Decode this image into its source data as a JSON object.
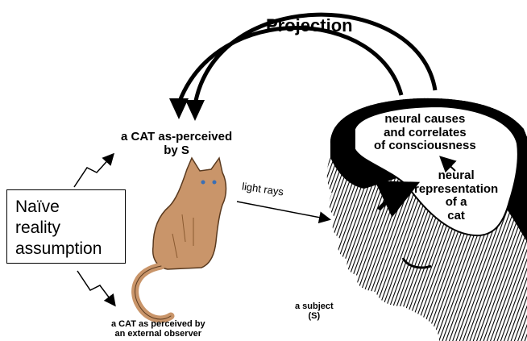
{
  "title": "Projection",
  "labels": {
    "cat_perceived_line1": "a CAT as-perceived",
    "cat_perceived_line2": "by S",
    "light_rays": "light rays",
    "neural_causes_line1": "neural causes",
    "neural_causes_line2": "and correlates",
    "neural_causes_line3": "of consciousness",
    "neural_rep_line1": "neural",
    "neural_rep_line2": "representation",
    "neural_rep_line3": "of a",
    "neural_rep_line4": "cat",
    "subject_line1": "a subject",
    "subject_line2": "(S)",
    "external_line1": "a CAT as perceived by",
    "external_line2": "an external observer"
  },
  "box": {
    "line1": "Naïve",
    "line2": "reality",
    "line3": "assumption"
  }
}
